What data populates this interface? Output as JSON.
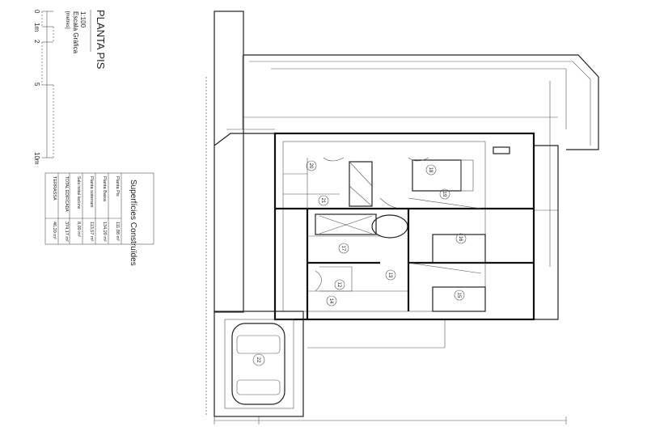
{
  "title_block": {
    "title": "PLANTA PIS",
    "scale": "1:100",
    "scale_label": "Escala Gràfica",
    "units": "[metres]",
    "scale_ticks": [
      "0",
      "1m",
      "2",
      "5",
      "10m"
    ]
  },
  "areas_table": {
    "title": "Superfícies Construïdes",
    "rows": [
      {
        "label": "Planta Pis",
        "value": "111,88 m²"
      },
      {
        "label": "Planta Baixa",
        "value": "134,20 m²"
      },
      {
        "label": "Planta soterrani",
        "value": "113,57 m²"
      },
      {
        "label": "Sala instal·lacions",
        "value": "8,00 m²"
      },
      {
        "label": "TOTAL EDIFICADA",
        "value": "374,17 m²"
      },
      {
        "label": "TERRASSA",
        "value": "46,20 m²"
      }
    ]
  },
  "plan": {
    "rooms": [
      "18",
      "19",
      "20",
      "21",
      "16",
      "17",
      "13",
      "12",
      "14",
      "15",
      "22"
    ]
  }
}
